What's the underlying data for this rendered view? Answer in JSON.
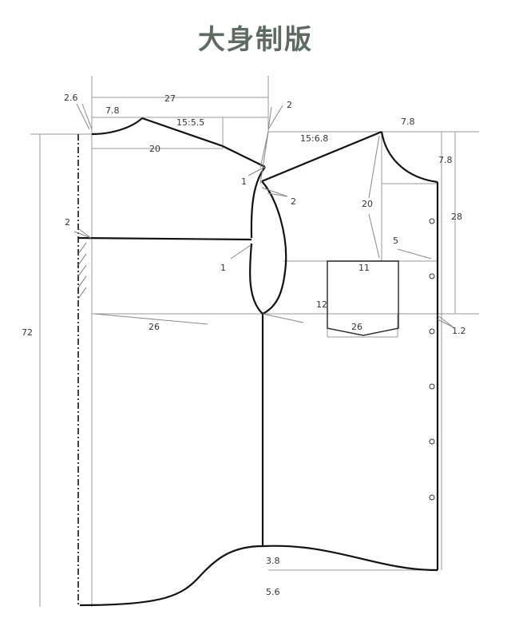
{
  "title": "大身制版",
  "dims": {
    "total_width": "27",
    "left_edge": "2.6",
    "back_neck_width": "7.8",
    "back_shoulder": "15:5.5",
    "back_shoulder_width": "20",
    "back_shoulder_drop": "2",
    "back_armhole_a": "1",
    "back_armhole_b": "2",
    "back_yoke": "2",
    "back_armhole_c": "1",
    "front_shoulder": "15:6.8",
    "front_neck_width": "7.8",
    "front_neck_depth": "7.8",
    "front_armhole_depth": "20",
    "front_length_upper": "28",
    "pocket_offset": "5",
    "pocket_width": "11",
    "pocket_height": "12",
    "front_chest": "26",
    "placket": "1.2",
    "back_chest": "26",
    "total_length": "72",
    "hem_rise": "3.8",
    "hem_drop": "5.6"
  }
}
